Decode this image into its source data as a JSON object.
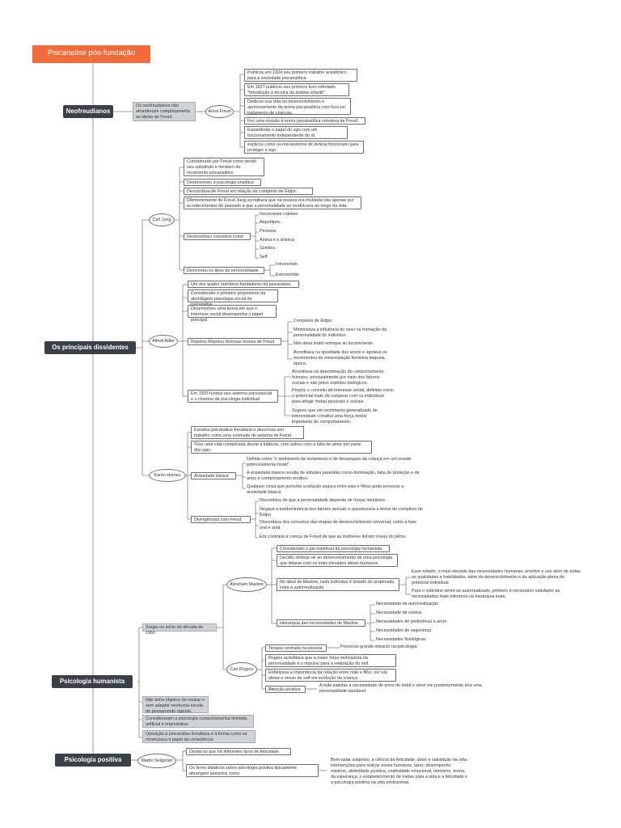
{
  "title": "Psicanalise pós-fundação",
  "sections": {
    "neofreudianos": {
      "label": "Neofreudianos",
      "note": "Os neofreudianos não abandonam completamente as ideias de Freud.",
      "anna_freud": {
        "name": "Anna Freud",
        "facts": [
          "Publicou em 1924 seu primeiro trabalho acadêmico para a sociedade psicanalítica.",
          "Em 1927 publicou seu primeiro livro intitulado \"Introdução à técnica da análise infantil\".",
          "Dedicou sua vida ao desenvolvimento e aprimoramento da teoria psicanalítica com foco no tratamento de crianças.",
          "Fez uma revisão à teoria psicanalítica ortodoxa de Freud.",
          "Expandindo o papel do ego com um funcionamento independente do id.",
          "explicou como os mecanismos de defesa funcionam para proteger o ego."
        ]
      }
    },
    "dissidentes": {
      "label": "Os principais dissidentes",
      "jung": {
        "name": "Carl Jung",
        "facts": [
          "Considerado por Freud como sendo seu substituto e herdeiro do movimento psicanalítico.",
          "Desenvolveu a psicologia analítica",
          "Descordava de Freud em relação ao complexo de Édipo.",
          "Diferentemente de Freud Jung acreditava que na pessoa era moldada não apenas por acontecimentos do passado e que a personalidade se modificava ao longo da vida."
        ],
        "concepts_label": "Desenvolveu conceitos como",
        "concepts": [
          "Inconciente coletivo",
          "Arquétipos",
          "Persona",
          "Anima e o animus",
          "Sombra",
          "Self"
        ],
        "types_label": "Descreveu os tipos de personalidade",
        "types": [
          "Introvertido",
          "Extrovertido"
        ]
      },
      "adler": {
        "name": "Alfred Adler",
        "facts": [
          "Um dos quatro membros fundadores da psicanálise.",
          "Considerado o primeiro proponente da abordagem psicologia social da psicanálise.",
          "Desenvolveu uma teoria em que o interesse social desempenha o papel principal."
        ],
        "rejected_label": "Rejeitou Rejeitou diversas teorias de Freud",
        "rejected": [
          "Complexo de Édipo.",
          "Minimizava a influência do sexo na formação da personalidade do indivíduo.",
          "Não dava muito enfoque ao inconsciente.",
          "Acreditava na igualdade dos sexos e apoiava os movimentos de emancipação feminina daquela época."
        ],
        "system_label": "Em 1920 fundou seu sistema psicossocial e o chamou de psicologia individual",
        "system": [
          "Acreditava na determinação do comportamento humano, principalmente por meio dos fatores sociais e não pelos instintos biológicos.",
          "Propôs o conceito de interesse social, definido como o potencial inato de cooperar com os indivíduos para atingir metas pessoais e sociais.",
          "Sugeriu que um sentimento generalizado de inferioridade constitui uma força motriz importante do comportamento."
        ]
      },
      "horney": {
        "name": "Karen Horney",
        "facts": [
          "Estudou psicanálise freudiana e descrevia seu trabalho como uma extensão do sistema de Freud.",
          "Teve uma vida complicada desde a infância, com sofreu com a falta de amor por parte dos pais."
        ],
        "anxiety_label": "Ansiedade básica",
        "anxiety": [
          "Definia como \"o sentimento de isolamento e de desamparo da criança em um mundo potencialmente hostil\".",
          "A ansiedade básica resulta de atitudes parentais como dominação, falta de proteção e de amor e comportamento errático.",
          "Qualquer coisa que perturbe a relação segura entre pais e filhos pode provocar a ansiedade básica."
        ],
        "divergence_label": "Divergências com Freud",
        "divergence": [
          "Discordava de que a personalidade depende de forças imutáveis.",
          "Negava a predominância dos fatores sexuais e questionava a teoria do complexo de Édipo.",
          "Discordava dos conceitos das etapas do desenvolvimento universal, como a fase oral e anal.",
          "Era contrária à crença de Freud de que as mulheres tinham inveja do pênis."
        ]
      }
    },
    "humanista": {
      "label": "Psicologia humanista",
      "origin": "Surgiu no início da década de 1960",
      "maslow": {
        "name": "Abraham Maslow",
        "facts": [
          "Considerado o pai espiritual da psicologia humanista.",
          "Decidiu dedicar-se ao desenvolvimento de uma psicologia que lidasse com os mais elevados ideais humanos."
        ],
        "selfact_label": "No ideal de Maslow, cada indivíduo é dotado de propensão inata à autorrealização",
        "selfact": [
          "Esse estado, o mais elevado das necessidades humanas, envolve o uso ativo de todas as qualidades e habilidades, além do desenvolvimento e da aplicação plena do potencial individual.",
          "Para o indivíduo sentir-se autorrealizado, primeiro é necessário satisfazer as necessidades mais inferiores na hierarquia inata."
        ],
        "hierarchy_label": "Hierarquia das necessidades de Maslow",
        "hierarchy": [
          "Necessidade de autorrealização",
          "Necessidade de estima",
          "Necessidades de pertinência e amor",
          "Necessidades de segurança",
          "Necessidades fisiológicas"
        ]
      },
      "rogers": {
        "name": "Carl Rogers",
        "therapy_label": "Terapia centrada na pessoa",
        "therapy_note": "Provocou grande impacto na psicologia.",
        "facts": [
          "Rogers acreditava que a maior força motivadora da personalidade é o impulso para a realização do self.",
          "Enfatizava a importância da relação entre mãe e filho, por ela afetar o senso de self em evolução da criança."
        ],
        "attention_label": "Atenção positiva",
        "attention_note": "A mãe satisfaz a necessidade de amor do bebê e amor ele posteriormente terá uma personalidade saudável."
      },
      "notes": [
        "Não tinha objetivo de revisar e sem adaptar nenhuma escola de pensamento vigente.",
        "Consideravam a psicologia comportamental limitada, artificial e improdutiva.",
        "Oposição à psicanálise freudiana e à forma como se minimizava o papel da consciência."
      ]
    },
    "positiva": {
      "label": "Psicologia positiva",
      "seligman": {
        "name": "Martin Seligman",
        "facts": [
          "Destacou que há diferentes tipos de felicidade.",
          "Os livros didáticos sobre psicologia positiva tipicamente abrangem assuntos como:"
        ],
        "topics": "Bem-estar subjetivo, a ciência da felicidade, amor e satisfação da vida, intervenções para realçar esses humanos, lazer, desempenho máximo, afetividade positiva, criatividade emocional, otimismo, teoria da esperança, o estabelecimento de metas para a vida e a felicidade e a psicologia positiva na vida profissional."
      }
    }
  },
  "colors": {
    "title_bg": "#f26b3a",
    "main_node_bg": "#3a4047",
    "connector": "#7c8288",
    "gray_box": "#d0d3d6"
  }
}
